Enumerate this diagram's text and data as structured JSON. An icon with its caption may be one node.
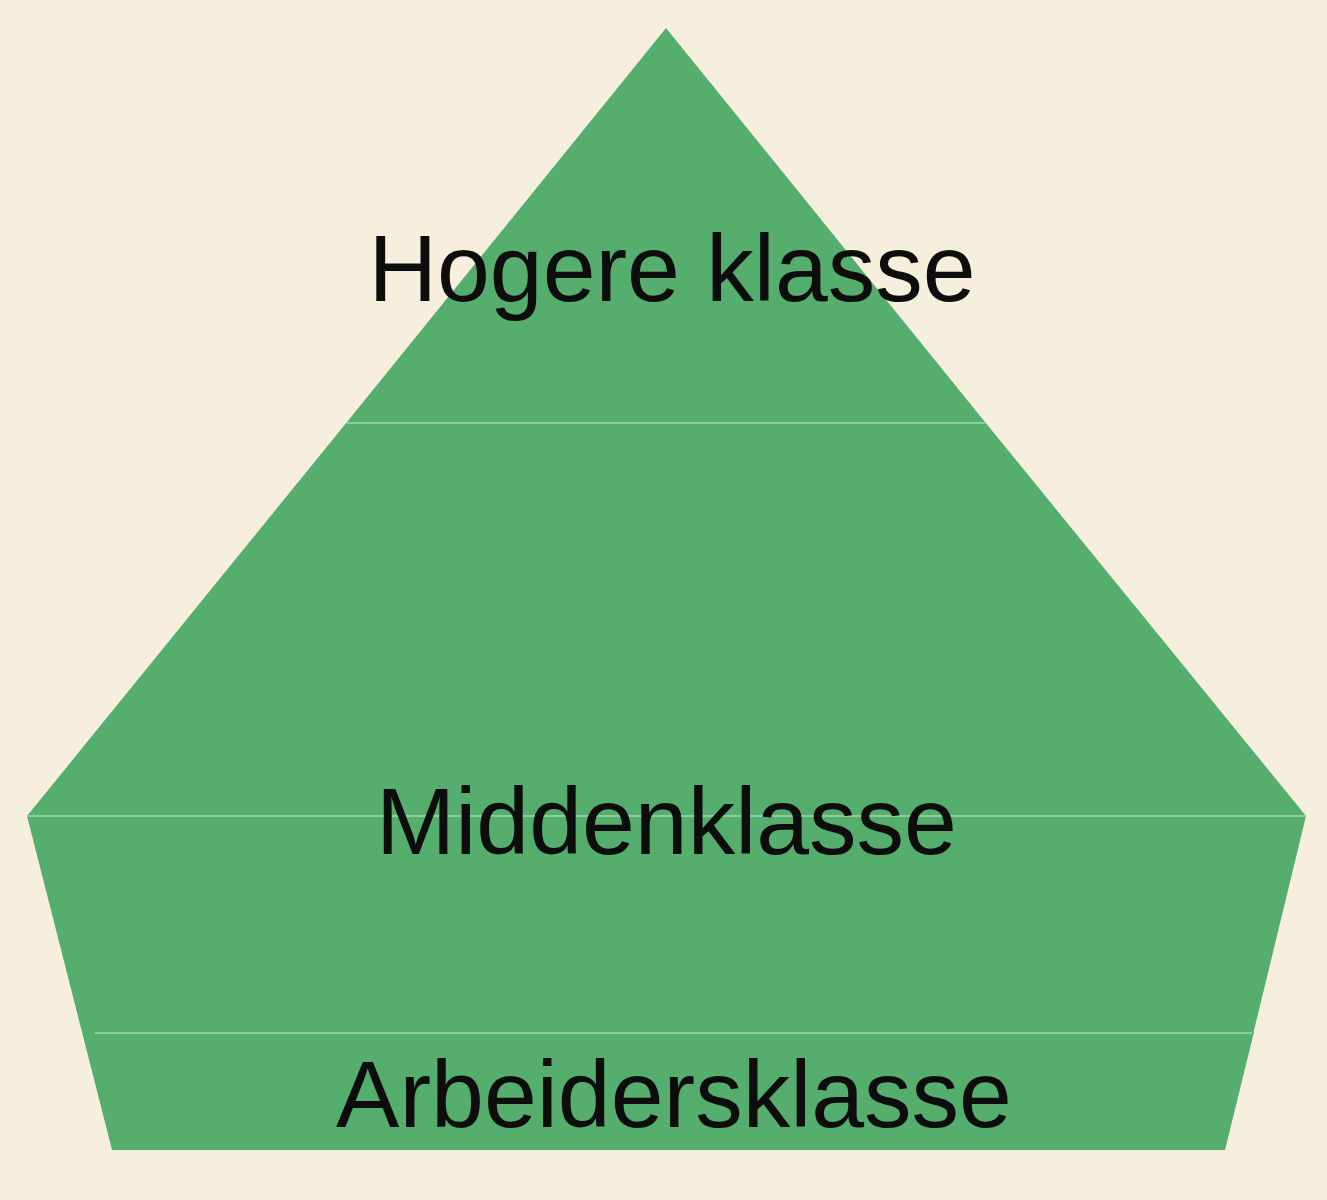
{
  "diagram": {
    "nodes": [
      {
        "text": [
          "Hogere klasse"
        ]
      },
      {
        "text": [
          "Middenklasse"
        ]
      },
      {
        "text": [
          "Arbeidersklasse"
        ]
      }
    ]
  }
}
